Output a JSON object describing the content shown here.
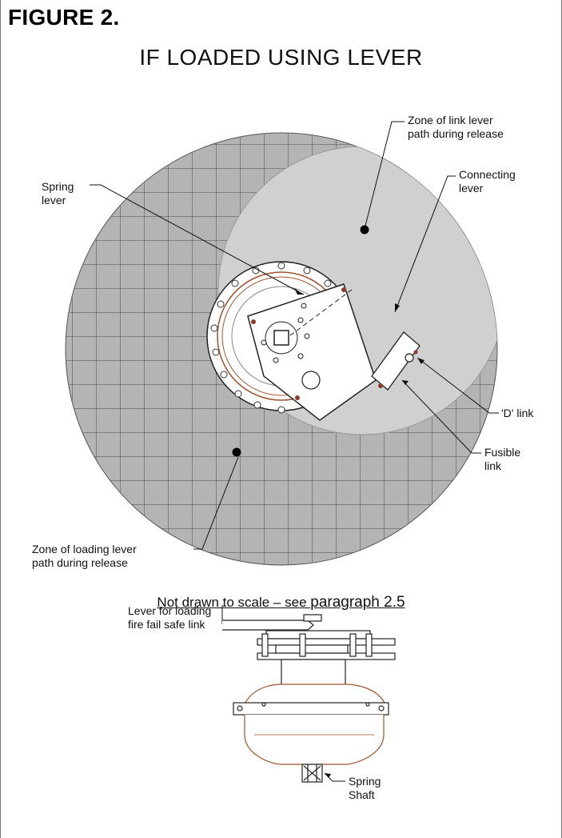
{
  "figure": {
    "label": "FIGURE 2.",
    "title": "IF LOADED USING LEVER"
  },
  "callouts": {
    "zone_link": [
      "Zone of link lever",
      "path during release"
    ],
    "connecting_lever": [
      "Connecting",
      "lever"
    ],
    "spring_lever": [
      "Spring",
      "lever"
    ],
    "d_link": "'D' link",
    "fusible_link": [
      "Fusible",
      "link"
    ],
    "zone_loading": [
      "Zone of loading lever",
      "path during release"
    ],
    "loading_lever": [
      "Lever for loading",
      "fire fail safe link"
    ],
    "spring_shaft": [
      "Spring",
      "Shaft"
    ]
  },
  "note": {
    "text": "Not drawn to scale – see ",
    "ref": "paragraph 2.5"
  },
  "colors": {
    "zone_fill": "#b4b4b4",
    "inner_zone_fill": "#cfcfcf",
    "rings": "#a0522d"
  }
}
